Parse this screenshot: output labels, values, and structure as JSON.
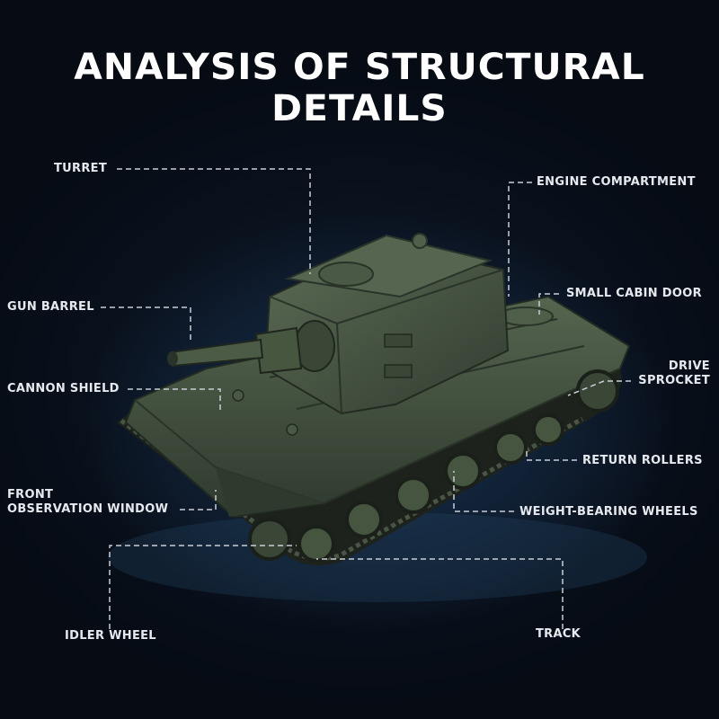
{
  "title": "ANALYSIS OF STRUCTURAL DETAILS",
  "labels": {
    "turret": "TURRET",
    "engine_compartment": "ENGINE COMPARTMENT",
    "gun_barrel": "GUN BARREL",
    "small_cabin_door": "SMALL CABIN DOOR",
    "cannon_shield": "CANNON SHIELD",
    "drive_sprocket_line1": "DRIVE",
    "drive_sprocket_line2": "SPROCKET",
    "return_rollers": "RETURN ROLLERS",
    "front_observation_window_line1": "FRONT",
    "front_observation_window_line2": "OBSERVATION WINDOW",
    "weight_bearing_wheels": "WEIGHT-BEARING WHEELS",
    "idler_wheel": "IDLER WHEEL",
    "track": "TRACK"
  },
  "colors": {
    "background": "#060b14",
    "tank_green": "#3c4a3a",
    "leader_line": "#c9ced6"
  }
}
